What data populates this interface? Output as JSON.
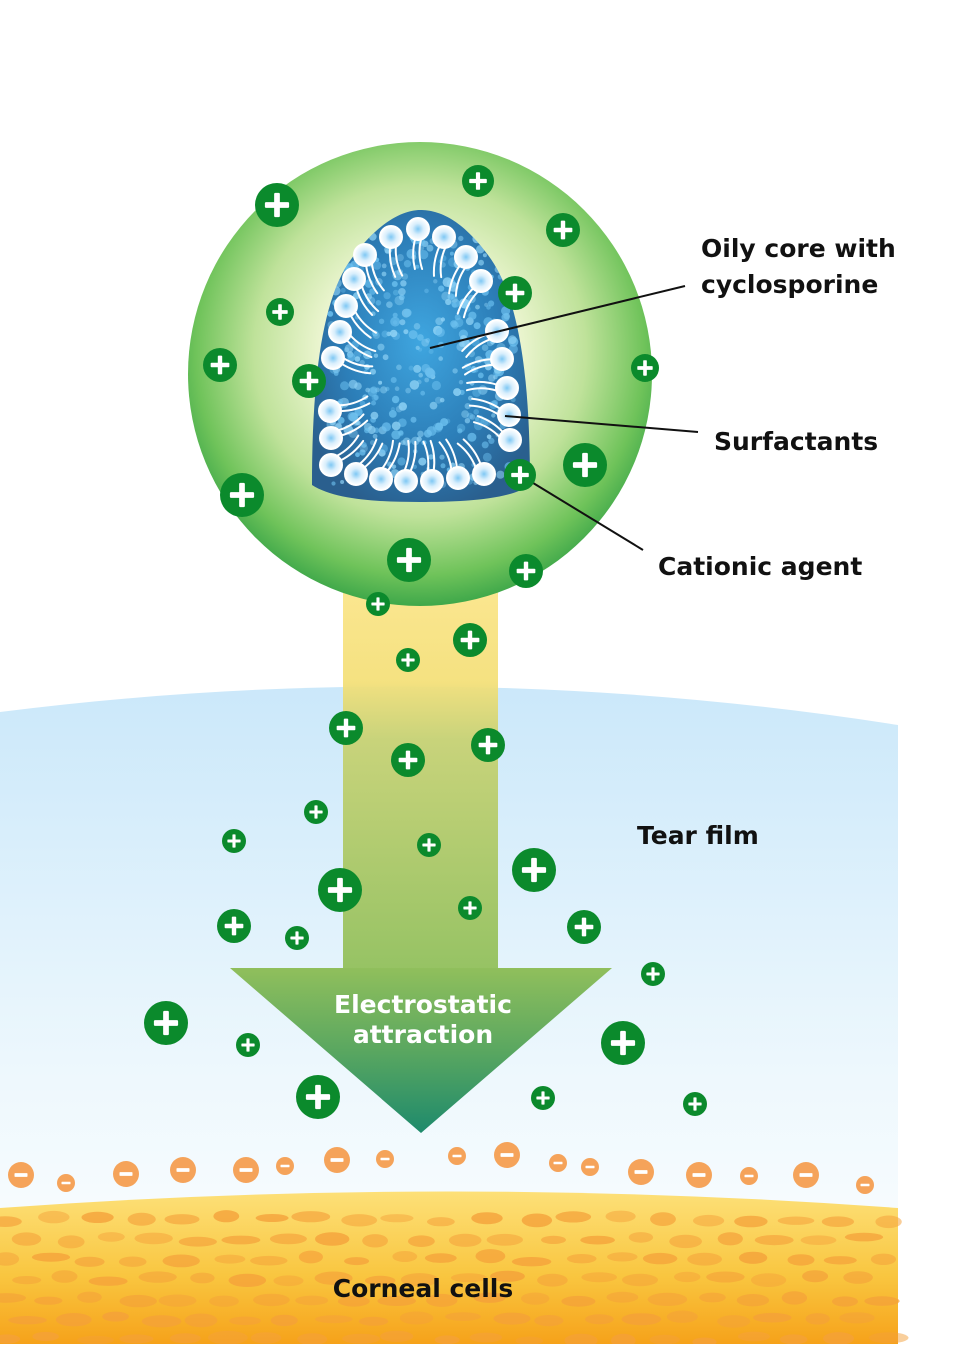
{
  "labels": {
    "oily_core_line1": "Oily core with",
    "oily_core_line2": "cyclosporine",
    "surfactants": "Surfactants",
    "cationic_agent": "Cationic agent",
    "tear_film": "Tear film",
    "arrow_line1": "Electrostatic",
    "arrow_line2": "attraction",
    "corneal_cells": "Corneal cells"
  },
  "colors": {
    "positive_charge": "#0b8a2c",
    "negative_charge": "#f5a35a",
    "droplet_shell": "#52b848",
    "oily_core": "#2f7fb6",
    "arrow_top": "#f6e17a",
    "arrow_bottom": "#1f8f6a",
    "tear_film": "#cfeafb",
    "cornea": "#f7b733"
  },
  "icons": {
    "positive": "plus-charge-icon",
    "negative": "minus-charge-icon"
  }
}
